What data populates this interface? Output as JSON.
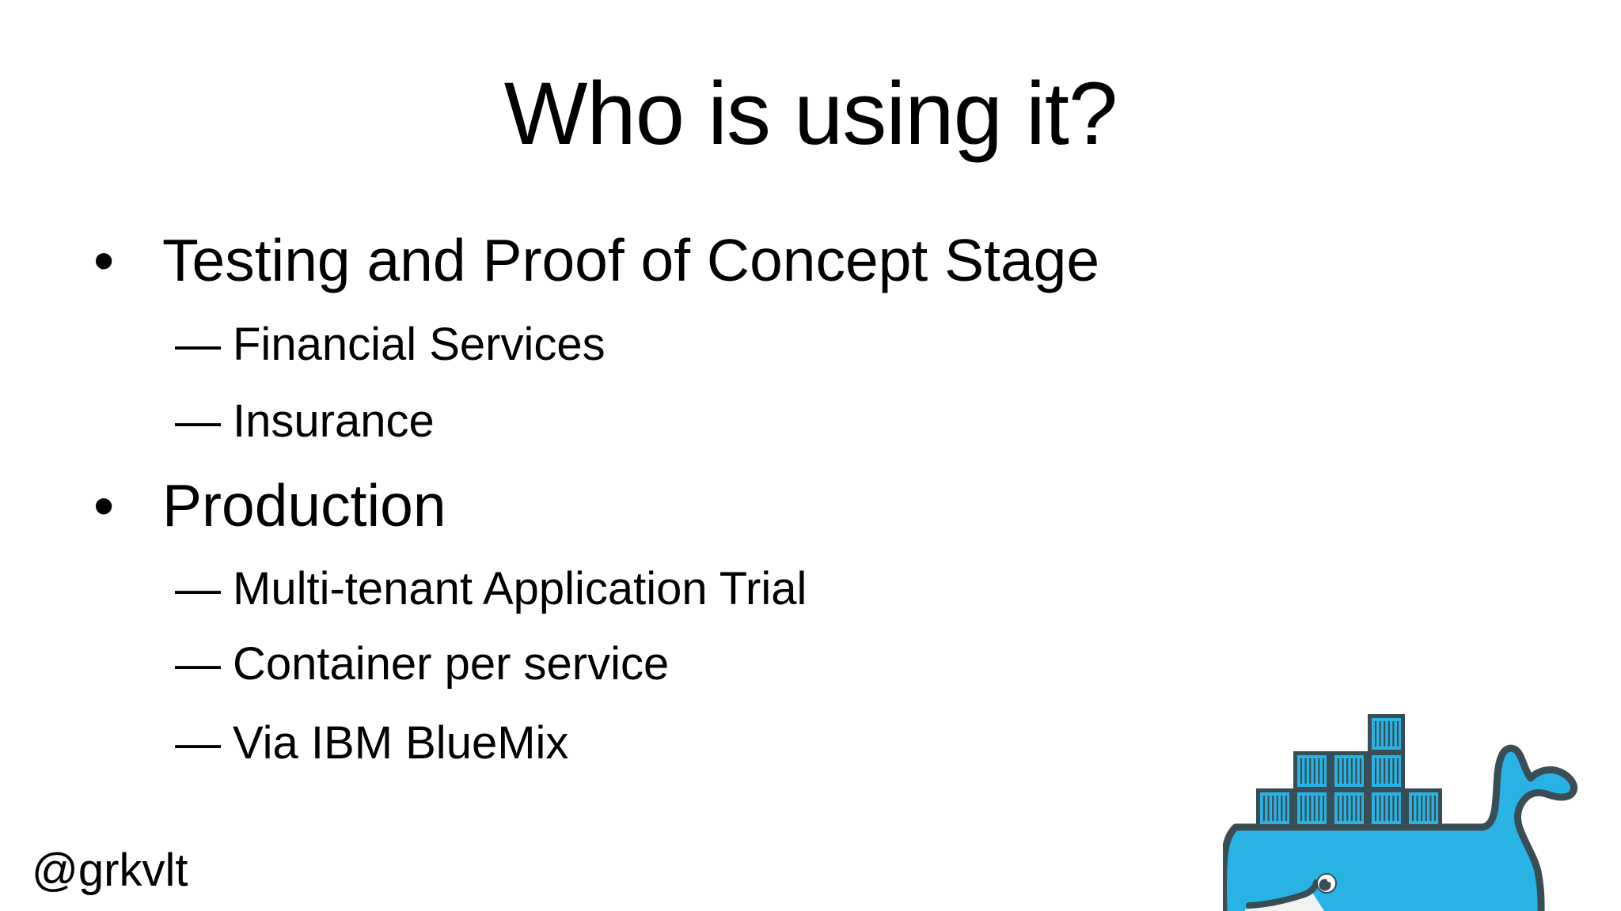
{
  "slide": {
    "title": "Who is using it?",
    "bullets": [
      {
        "level": 1,
        "marker": "•",
        "text": "Testing and Proof of Concept Stage"
      },
      {
        "level": 2,
        "marker": "—",
        "text": "Financial Services"
      },
      {
        "level": 2,
        "marker": "—",
        "text": "Insurance"
      },
      {
        "level": 1,
        "marker": "•",
        "text": "Production"
      },
      {
        "level": 2,
        "marker": "—",
        "text": "Multi-tenant Application Trial"
      },
      {
        "level": 2,
        "marker": "—",
        "text": "Container per service"
      },
      {
        "level": 2,
        "marker": "—",
        "text": "Via IBM BlueMix"
      }
    ],
    "footer": "@grkvlt",
    "logo": {
      "icon": "docker-whale-with-containers",
      "containers_top_row": 1,
      "containers_middle_row": 3,
      "containers_bottom_row": 5
    }
  },
  "theme": {
    "bg-color": "#ffffff",
    "text-color": "#000000",
    "whale-blue": "#29B3E4",
    "whale-dark": "#394D54"
  }
}
